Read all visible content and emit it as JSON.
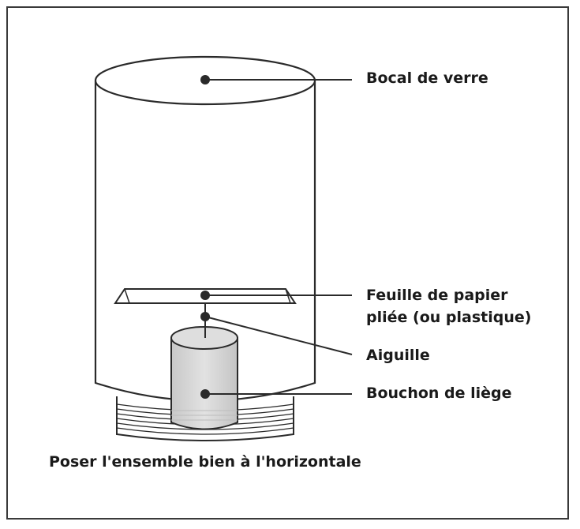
{
  "labels": {
    "bocal": "Bocal de verre",
    "feuille_line1": "Feuille de papier",
    "feuille_line2": "pliée (ou plastique)",
    "aiguille": "Aiguille",
    "bouchon": "Bouchon de liège"
  },
  "caption": "Poser l'ensemble bien à l'horizontale",
  "colors": {
    "stroke": "#2a2a2a",
    "cork_fill": "#d4d4d4",
    "background": "#ffffff"
  }
}
